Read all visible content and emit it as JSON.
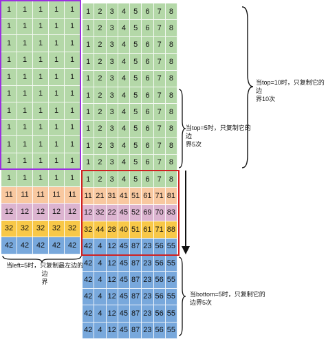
{
  "colors": {
    "green": "#b4d8a8",
    "orange": "#f8c8a0",
    "pink": "#dcb4d0",
    "yellow": "#f8c848",
    "blue": "#78a8dc",
    "purple_box": "#9b30e0",
    "red_box": "#d02020"
  },
  "left_block": {
    "rows": [
      {
        "color": "green",
        "values": [
          "1",
          "1",
          "1",
          "1",
          "1"
        ]
      },
      {
        "color": "green",
        "values": [
          "1",
          "1",
          "1",
          "1",
          "1"
        ]
      },
      {
        "color": "green",
        "values": [
          "1",
          "1",
          "1",
          "1",
          "1"
        ]
      },
      {
        "color": "green",
        "values": [
          "1",
          "1",
          "1",
          "1",
          "1"
        ]
      },
      {
        "color": "green",
        "values": [
          "1",
          "1",
          "1",
          "1",
          "1"
        ]
      },
      {
        "color": "green",
        "values": [
          "1",
          "1",
          "1",
          "1",
          "1"
        ]
      },
      {
        "color": "green",
        "values": [
          "1",
          "1",
          "1",
          "1",
          "1"
        ]
      },
      {
        "color": "green",
        "values": [
          "1",
          "1",
          "1",
          "1",
          "1"
        ]
      },
      {
        "color": "green",
        "values": [
          "1",
          "1",
          "1",
          "1",
          "1"
        ]
      },
      {
        "color": "green",
        "values": [
          "1",
          "1",
          "1",
          "1",
          "1"
        ]
      },
      {
        "color": "green",
        "values": [
          "1",
          "1",
          "1",
          "1",
          "1"
        ]
      },
      {
        "color": "orange",
        "values": [
          "11",
          "11",
          "11",
          "11",
          "11"
        ]
      },
      {
        "color": "pink",
        "values": [
          "12",
          "12",
          "12",
          "12",
          "12"
        ]
      },
      {
        "color": "yellow",
        "values": [
          "32",
          "32",
          "32",
          "32",
          "32"
        ]
      },
      {
        "color": "blue",
        "values": [
          "42",
          "42",
          "42",
          "42",
          "42"
        ]
      }
    ]
  },
  "right_block": {
    "rows": [
      {
        "color": "green",
        "values": [
          "1",
          "2",
          "3",
          "4",
          "5",
          "6",
          "7",
          "8"
        ]
      },
      {
        "color": "green",
        "values": [
          "1",
          "2",
          "3",
          "4",
          "5",
          "6",
          "7",
          "8"
        ]
      },
      {
        "color": "green",
        "values": [
          "1",
          "2",
          "3",
          "4",
          "5",
          "6",
          "7",
          "8"
        ]
      },
      {
        "color": "green",
        "values": [
          "1",
          "2",
          "3",
          "4",
          "5",
          "6",
          "7",
          "8"
        ]
      },
      {
        "color": "green",
        "values": [
          "1",
          "2",
          "3",
          "4",
          "5",
          "6",
          "7",
          "8"
        ]
      },
      {
        "color": "green",
        "values": [
          "1",
          "2",
          "3",
          "4",
          "5",
          "6",
          "7",
          "8"
        ]
      },
      {
        "color": "green",
        "values": [
          "1",
          "2",
          "3",
          "4",
          "5",
          "6",
          "7",
          "8"
        ]
      },
      {
        "color": "green",
        "values": [
          "1",
          "2",
          "3",
          "4",
          "5",
          "6",
          "7",
          "8"
        ]
      },
      {
        "color": "green",
        "values": [
          "1",
          "2",
          "3",
          "4",
          "5",
          "6",
          "7",
          "8"
        ]
      },
      {
        "color": "green",
        "values": [
          "1",
          "2",
          "3",
          "4",
          "5",
          "6",
          "7",
          "8"
        ]
      },
      {
        "color": "green",
        "values": [
          "1",
          "2",
          "3",
          "4",
          "5",
          "6",
          "7",
          "8"
        ]
      },
      {
        "color": "orange",
        "values": [
          "11",
          "21",
          "31",
          "41",
          "51",
          "61",
          "71",
          "81"
        ]
      },
      {
        "color": "pink",
        "values": [
          "12",
          "32",
          "22",
          "45",
          "52",
          "69",
          "70",
          "83"
        ]
      },
      {
        "color": "yellow",
        "values": [
          "32",
          "44",
          "28",
          "40",
          "51",
          "61",
          "71",
          "88"
        ]
      },
      {
        "color": "blue",
        "values": [
          "42",
          "4",
          "12",
          "45",
          "87",
          "23",
          "56",
          "55"
        ]
      },
      {
        "color": "blue",
        "values": [
          "42",
          "4",
          "12",
          "45",
          "87",
          "23",
          "56",
          "55"
        ]
      },
      {
        "color": "blue",
        "values": [
          "42",
          "4",
          "12",
          "45",
          "87",
          "23",
          "56",
          "55"
        ]
      },
      {
        "color": "blue",
        "values": [
          "42",
          "4",
          "12",
          "45",
          "87",
          "23",
          "56",
          "55"
        ]
      },
      {
        "color": "blue",
        "values": [
          "42",
          "4",
          "12",
          "45",
          "87",
          "23",
          "56",
          "55"
        ]
      },
      {
        "color": "blue",
        "values": [
          "42",
          "4",
          "12",
          "45",
          "87",
          "23",
          "56",
          "55"
        ]
      }
    ]
  },
  "notes": {
    "top10_line1": "当top=10时，只复制它的边",
    "top10_line2": "界10次",
    "top5_line1": "当top=5时，只复制它的边",
    "top5_line2": "界5次",
    "left5_line1": "当left=5时，只复制最左边的边",
    "left5_line2": "界",
    "bottom5_line1": "当bottom=5时，只复制它的",
    "bottom5_line2": "边界5次"
  }
}
